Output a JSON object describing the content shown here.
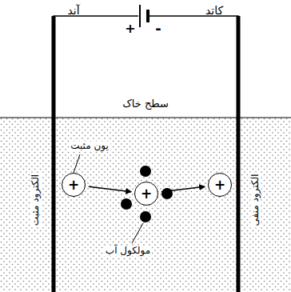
{
  "diagram": {
    "nodes": [
      {
        "text": [
          "+"
        ]
      },
      {
        "text": [
          "+"
        ]
      },
      {
        "text": [
          "+"
        ]
      }
    ],
    "edges": [
      {
        "from": 0,
        "to": 1,
        "arrow": "to"
      },
      {
        "from": 1,
        "to": 2,
        "arrow": "to"
      }
    ],
    "labels": [
      "آند",
      "کاتد",
      "+",
      "-",
      "سطح خاک",
      "یون مثبت",
      "مولکول آب",
      "الکترود مثبت",
      "الکترود منفی"
    ]
  }
}
